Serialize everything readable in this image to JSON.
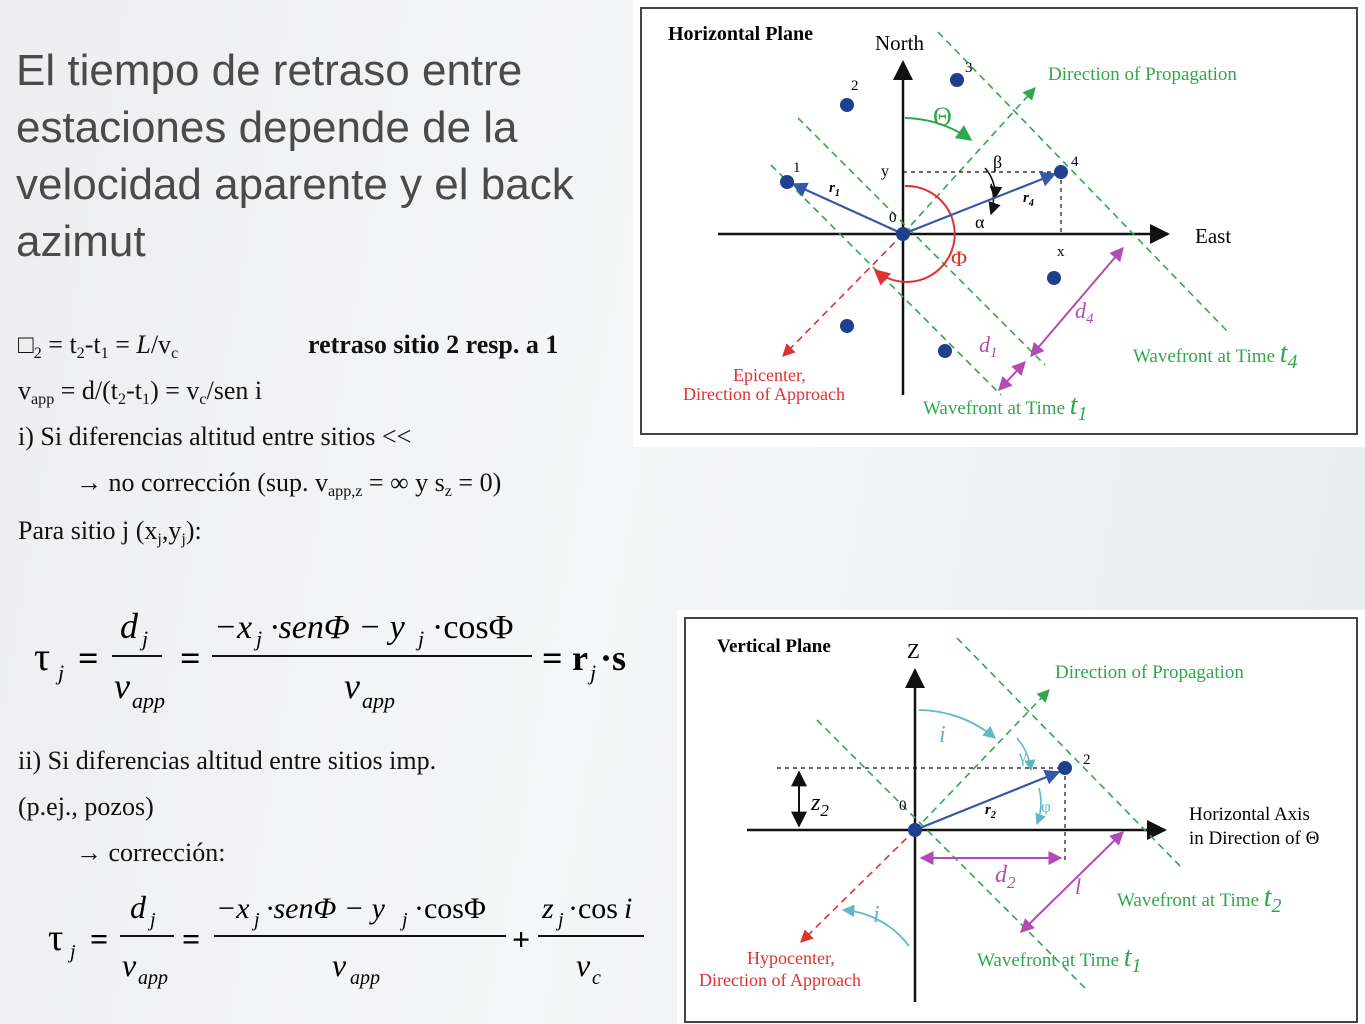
{
  "slide": {
    "title": "El tiempo de retraso entre estaciones depende de la velocidad aparente y el back azimut"
  },
  "body": {
    "l1_tau": "□",
    "l1_sub": "2",
    "l1_eq": " = t",
    "l1_s1": "2",
    "l1_m": "-t",
    "l1_s2": "1",
    "l1_m2": " = ",
    "l1_L": "L",
    "l1_m3": "/v",
    "l1_s3": "c",
    "l1_note": "retraso sitio 2 resp. a 1",
    "l2_v": "v",
    "l2_sub": "app",
    "l2_m": " = d/(t",
    "l2_s1": "2",
    "l2_m2": "-t",
    "l2_s2": "1",
    "l2_m3": ") = v",
    "l2_s3": "c",
    "l2_m4": "/sen  i",
    "l3": "i) Si diferencias altitud entre sitios <<",
    "l4_arrow": "→",
    "l4_a": " no corrección (sup. v",
    "l4_sub": "app,z",
    "l4_b": " = ∞ y s",
    "l4_sub2": "z",
    "l4_c": " = 0)",
    "l5_a": "Para sitio j (x",
    "l5_s1": "j",
    "l5_b": ",y",
    "l5_s2": "j",
    "l5_c": "):",
    "l6": "ii) Si diferencias altitud entre sitios imp.",
    "l7": "(p.ej., pozos)",
    "l8_arrow": "→",
    "l8": " corrección:"
  },
  "eq1": {
    "tau": "τ",
    "j": "j",
    "eq": "=",
    "d": "d",
    "vapp_v": "v",
    "app": "app",
    "num_a": "−x",
    "num_b": "·senΦ − y",
    "num_c": "·cosΦ",
    "r": "r",
    "dot_s": "·s"
  },
  "eq2": {
    "tau": "τ",
    "j": "j",
    "eq": "=",
    "d": "d",
    "vapp_v": "v",
    "app": "app",
    "num_a": "−x",
    "num_b": "·senΦ − y",
    "num_c": "·cosΦ",
    "plus": "+",
    "z": "z",
    "cos_i": "·cos",
    "i": "i",
    "vc": "v",
    "c": "c"
  },
  "fig_h": {
    "title": "Horizontal Plane",
    "north": "North",
    "east": "East",
    "dir_prop": "Direction of Propagation",
    "epicenter": "Epicenter,",
    "dir_app": "Direction of Approach",
    "wave_t4": "Wavefront at Time",
    "t4": "t",
    "t4_sub": "4",
    "wave_t1": "Wavefront at Time",
    "t1": "t",
    "t1_sub": "1",
    "theta": "Θ",
    "phi": "Φ",
    "beta": "β",
    "alpha": "α",
    "y": "y",
    "x": "x",
    "n0": "0",
    "n1": "1",
    "n2": "2",
    "n3": "3",
    "n4": "4",
    "r1": "r",
    "r1s": "1",
    "r4": "r",
    "r4s": "4",
    "d1": "d",
    "d1s": "1",
    "d4": "d",
    "d4s": "4"
  },
  "fig_v": {
    "title": "Vertical Plane",
    "z": "Z",
    "dir_prop": "Direction of Propagation",
    "haxis1": "Horizontal Axis",
    "haxis2": "in Direction of Θ",
    "hypo": "Hypocenter,",
    "dir_app": "Direction of Approach",
    "wave_t2": "Wavefront at Time",
    "t2": "t",
    "t2_sub": "2",
    "wave_t1": "Wavefront at Time",
    "t1": "t",
    "t1_sub": "1",
    "i": "i",
    "gamma": "γ",
    "phi": "φ",
    "z2": "z",
    "z2s": "2",
    "n0": "0",
    "n2": "2",
    "r2": "r",
    "r2s": "2",
    "d2": "d",
    "d2s": "2",
    "l": "l"
  },
  "colors": {
    "green": "#2ea84a",
    "blue_dot": "#1f3f8f",
    "arrow_blue": "#3558a8",
    "red": "#e03030",
    "magenta": "#b44ab4",
    "cyan": "#5fb8c8"
  }
}
